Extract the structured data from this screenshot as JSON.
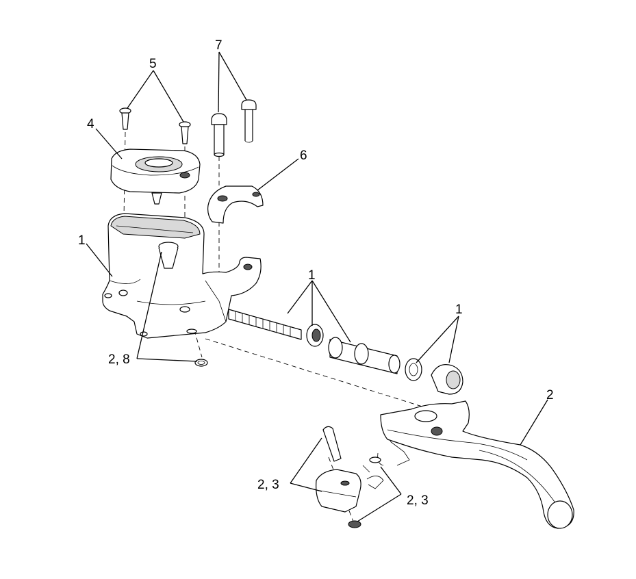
{
  "colors": {
    "line": "#000000",
    "background": "#ffffff",
    "shade": "#d9d9d9"
  },
  "callouts": {
    "c5": "5",
    "c7": "7",
    "c4": "4",
    "c6": "6",
    "c1_body": "1",
    "c1_piston": "1",
    "c1_boot": "1",
    "c2_lever": "2",
    "c28": "2, 8",
    "c23_left": "2, 3",
    "c23_right": "2,  3"
  },
  "parts": [
    "master-cylinder-body",
    "brake-lever",
    "lever-pivot-pin",
    "reservoir-cover",
    "cover-screw",
    "handlebar-clamp",
    "clamp-bolt",
    "bleeder-cap"
  ]
}
